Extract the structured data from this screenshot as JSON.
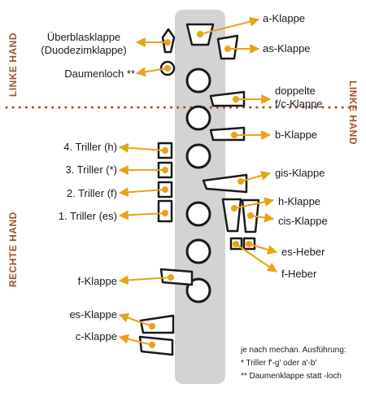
{
  "hands": {
    "left_upper": "LINKE HAND",
    "right_upper": "LINKE HAND",
    "left_lower": "RECHTE HAND"
  },
  "labels": {
    "ueberblasklappe_line1": "Überblasklappe",
    "ueberblasklappe_line2": "(Duodezimklappe)",
    "daumenloch": "Daumenloch **",
    "a_klappe": "a-Klappe",
    "as_klappe": "as-Klappe",
    "doppelte_line1": "doppelte",
    "doppelte_line2": "f/c-Klappe",
    "b_klappe": "b-Klappe",
    "gis_klappe": "gis-Klappe",
    "h_klappe": "h-Klappe",
    "cis_klappe": "cis-Klappe",
    "es_heber": "es-Heber",
    "f_heber": "f-Heber",
    "triller_4": "4. Triller (h)",
    "triller_3": "3. Triller (*)",
    "triller_2": "2. Triller (f)",
    "triller_1": "1. Triller (es)",
    "f_klappe": "f-Klappe",
    "es_klappe": "es-Klappe",
    "c_klappe": "c-Klappe"
  },
  "notes": {
    "line1": "je nach mechan. Ausführung:",
    "line2": "* Triller f'-g' oder a'-b'",
    "line3": "** Daumenklappe statt -loch"
  },
  "colors": {
    "accent": "#e8a317",
    "hand": "#a0522d",
    "body": "#d3d3d3",
    "outline": "#1a1a1a"
  }
}
